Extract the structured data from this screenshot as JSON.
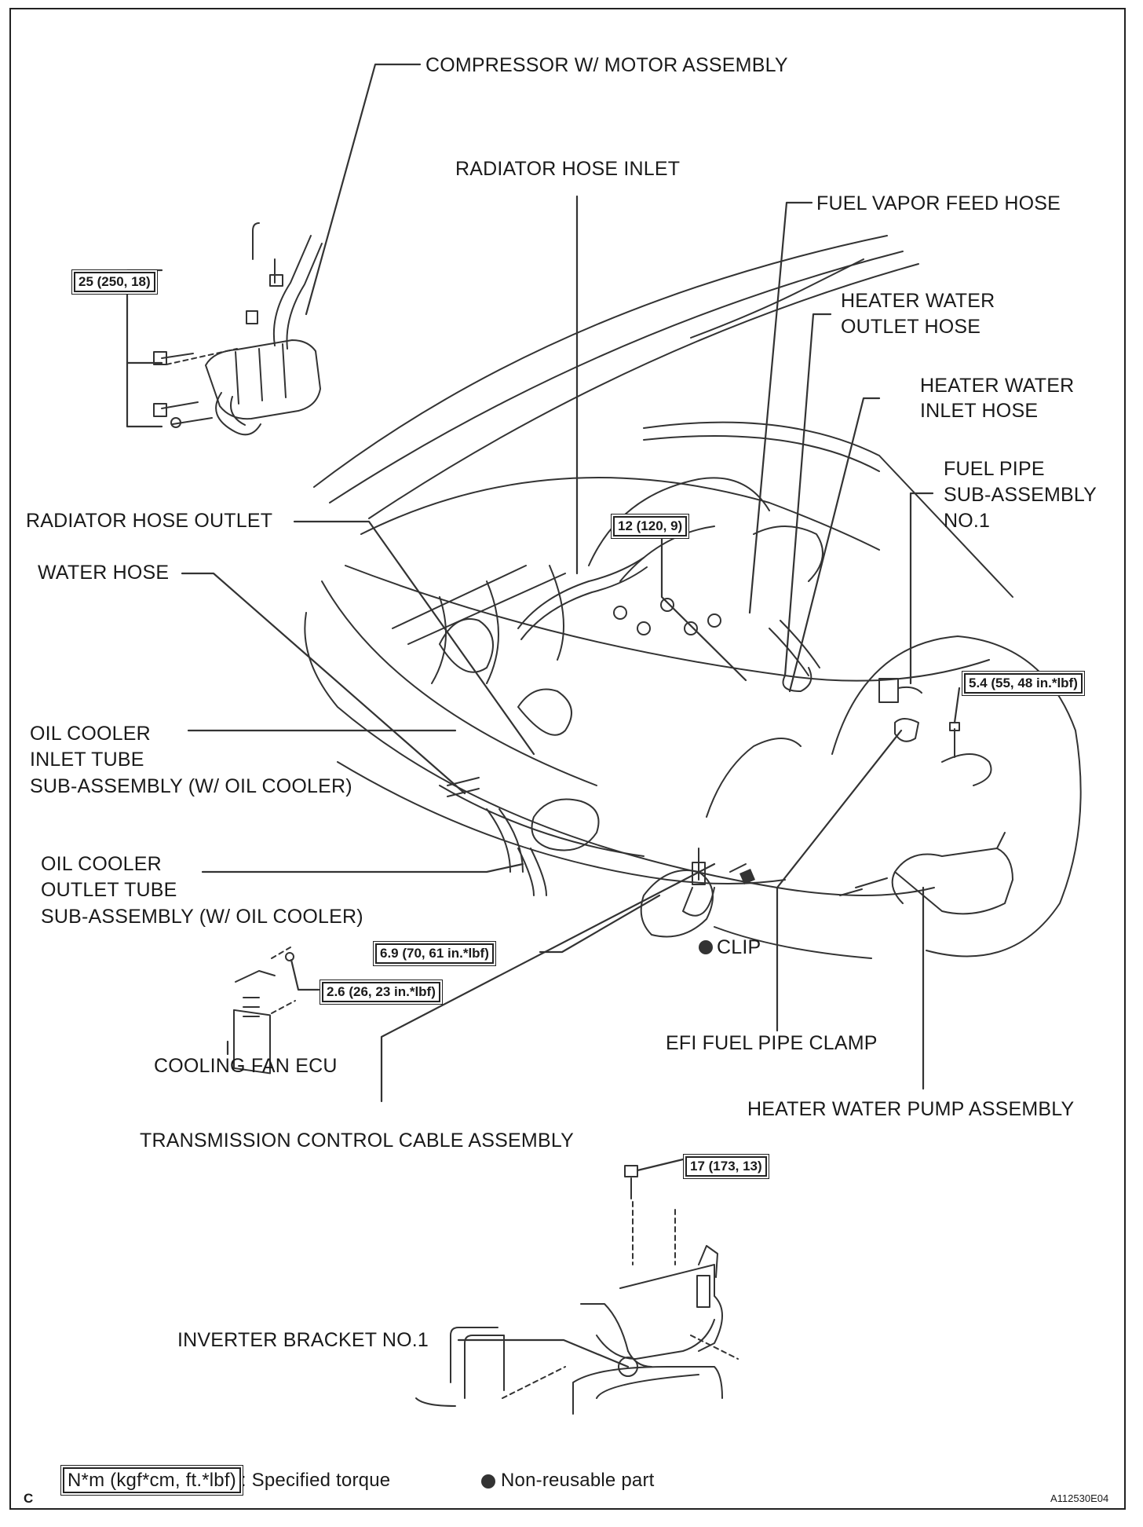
{
  "labels": {
    "compressor": "COMPRESSOR W/ MOTOR ASSEMBLY",
    "radiator_hose_inlet": "RADIATOR HOSE INLET",
    "fuel_vapor_feed_hose": "FUEL VAPOR FEED HOSE",
    "heater_water_outlet_hose_1": "HEATER WATER",
    "heater_water_outlet_hose_2": "OUTLET HOSE",
    "heater_water_inlet_hose_1": "HEATER WATER",
    "heater_water_inlet_hose_2": "INLET HOSE",
    "fuel_pipe_1": "FUEL PIPE",
    "fuel_pipe_2": "SUB-ASSEMBLY",
    "fuel_pipe_3": "NO.1",
    "radiator_hose_outlet": "RADIATOR HOSE OUTLET",
    "water_hose": "WATER HOSE",
    "oil_cooler_inlet_1": "OIL COOLER",
    "oil_cooler_inlet_2": "INLET TUBE",
    "oil_cooler_inlet_3": "SUB-ASSEMBLY (W/ OIL COOLER)",
    "oil_cooler_outlet_1": "OIL COOLER",
    "oil_cooler_outlet_2": "OUTLET TUBE",
    "oil_cooler_outlet_3": "SUB-ASSEMBLY (W/ OIL COOLER)",
    "clip": "CLIP",
    "cooling_fan_ecu": "COOLING FAN ECU",
    "efi_fuel_pipe_clamp": "EFI FUEL PIPE CLAMP",
    "heater_water_pump": "HEATER WATER PUMP ASSEMBLY",
    "transmission_cable": "TRANSMISSION CONTROL CABLE ASSEMBLY",
    "inverter_bracket": "INVERTER BRACKET NO.1"
  },
  "torques": {
    "t1": "25 (250, 18)",
    "t2": "12 (120, 9)",
    "t3": "5.4 (55, 48 in.*lbf)",
    "t4": "6.9 (70, 61 in.*lbf)",
    "t5": "2.6 (26, 23 in.*lbf)",
    "t6": "17 (173, 13)"
  },
  "legend": {
    "torque_box": "N*m (kgf*cm, ft.*lbf)",
    "torque_text": ": Specified torque",
    "nonreusable_text": "Non-reusable part"
  },
  "footer": {
    "corner": "C",
    "code": "A112530E04"
  }
}
